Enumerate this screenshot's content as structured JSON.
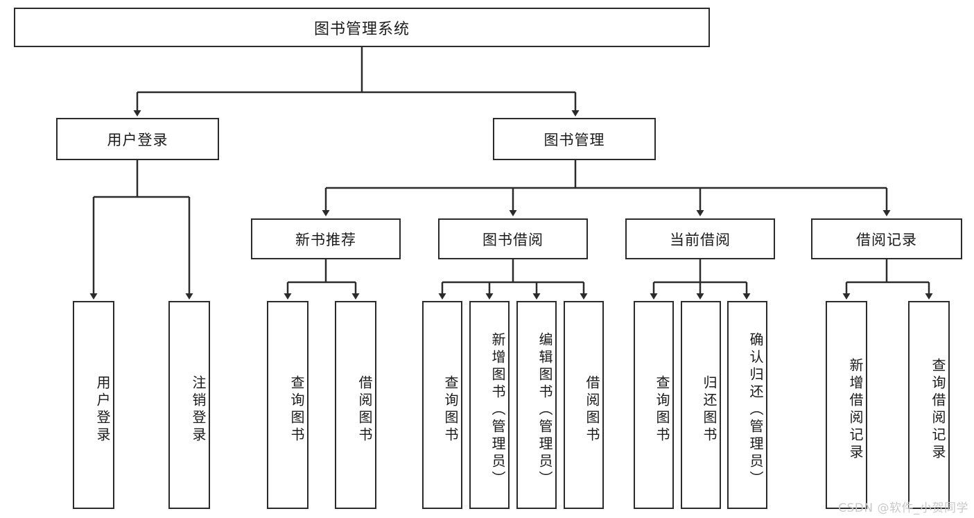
{
  "diagram": {
    "type": "tree",
    "title": "图书管理系统",
    "watermark": "CSDN @软件_小贺同学",
    "colors": {
      "stroke": "#2b2b2b",
      "fill": "#ffffff",
      "text": "#1a1a1a",
      "watermark": "#c9c9c9"
    },
    "levels": {
      "root": {
        "label": "图书管理系统"
      },
      "level2": [
        {
          "label": "用户登录"
        },
        {
          "label": "图书管理"
        }
      ],
      "level3": [
        {
          "label": "新书推荐"
        },
        {
          "label": "图书借阅"
        },
        {
          "label": "当前借阅"
        },
        {
          "label": "借阅记录"
        }
      ],
      "leaves": [
        {
          "label": "用户登录",
          "parent": "用户登录"
        },
        {
          "label": "注销登录",
          "parent": "用户登录"
        },
        {
          "label": "查询图书",
          "parent": "新书推荐"
        },
        {
          "label": "借阅图书",
          "parent": "新书推荐"
        },
        {
          "label": "查询图书",
          "parent": "图书借阅"
        },
        {
          "label": "新增图书（管理员）",
          "parent": "图书借阅"
        },
        {
          "label": "编辑图书（管理员）",
          "parent": "图书借阅"
        },
        {
          "label": "借阅图书",
          "parent": "图书借阅"
        },
        {
          "label": "查询图书",
          "parent": "当前借阅"
        },
        {
          "label": "归还图书",
          "parent": "当前借阅"
        },
        {
          "label": "确认归还（管理员）",
          "parent": "当前借阅"
        },
        {
          "label": "新增借阅记录",
          "parent": "借阅记录"
        },
        {
          "label": "查询借阅记录",
          "parent": "借阅记录"
        }
      ]
    }
  }
}
